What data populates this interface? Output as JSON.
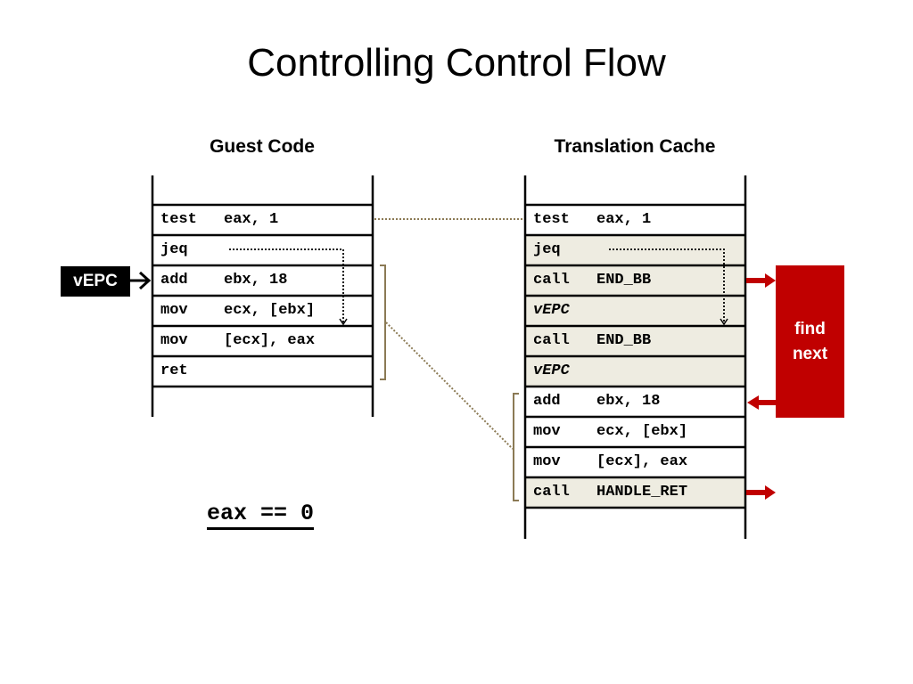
{
  "slide": {
    "title": "Controlling Control Flow"
  },
  "guest": {
    "heading": "Guest Code",
    "rows": [
      {
        "op": "test",
        "arg": "eax, 1"
      },
      {
        "op": "jeq",
        "arg": ""
      },
      {
        "op": "add",
        "arg": "ebx, 18"
      },
      {
        "op": "mov",
        "arg": "ecx, [ebx]"
      },
      {
        "op": "mov",
        "arg": "[ecx], eax"
      },
      {
        "op": "ret",
        "arg": ""
      }
    ]
  },
  "cache": {
    "heading": "Translation Cache",
    "rows": [
      {
        "op": "test",
        "arg": "eax, 1",
        "shaded": false,
        "italic": false
      },
      {
        "op": "jeq",
        "arg": "",
        "shaded": true,
        "italic": false
      },
      {
        "op": "call",
        "arg": "END_BB",
        "shaded": true,
        "italic": false
      },
      {
        "op": "vEPC",
        "arg": "",
        "shaded": true,
        "italic": true
      },
      {
        "op": "call",
        "arg": "END_BB",
        "shaded": true,
        "italic": false
      },
      {
        "op": "vEPC",
        "arg": "",
        "shaded": true,
        "italic": true
      },
      {
        "op": "add",
        "arg": "ebx, 18",
        "shaded": false,
        "italic": false
      },
      {
        "op": "mov",
        "arg": "ecx, [ebx]",
        "shaded": false,
        "italic": false
      },
      {
        "op": "mov",
        "arg": "[ecx], eax",
        "shaded": false,
        "italic": false
      },
      {
        "op": "call",
        "arg": "HANDLE_RET",
        "shaded": true,
        "italic": false
      }
    ]
  },
  "pointer": {
    "label": "vEPC"
  },
  "handler": {
    "line1": "find",
    "line2": "next"
  },
  "condition": {
    "text": "eax == 0"
  },
  "colors": {
    "handler_red": "#c00000",
    "shaded_row": "#eeece1",
    "bracket": "#8b7a55",
    "connector": "#8b7a55",
    "pointer_bg": "#000000"
  }
}
